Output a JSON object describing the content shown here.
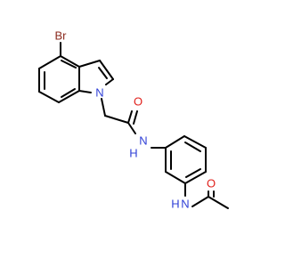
{
  "atoms": {
    "br": {
      "label": "Br",
      "color": "#8B2A1E"
    },
    "n_indole": {
      "label": "N",
      "color": "#2F3FD6"
    },
    "o_amide": {
      "label": "O",
      "color": "#E0201B"
    },
    "n_amide": {
      "label": "N",
      "color": "#2F3FD6"
    },
    "h_amide": {
      "label": "H",
      "color": "#2F3FD6"
    },
    "n_acetamide": {
      "label": "N",
      "color": "#2F3FD6"
    },
    "h_acetamide": {
      "label": "H",
      "color": "#2F3FD6"
    },
    "o_acetamide": {
      "label": "O",
      "color": "#E0201B"
    }
  },
  "colors": {
    "bond": "#000000",
    "background": "#ffffff"
  }
}
